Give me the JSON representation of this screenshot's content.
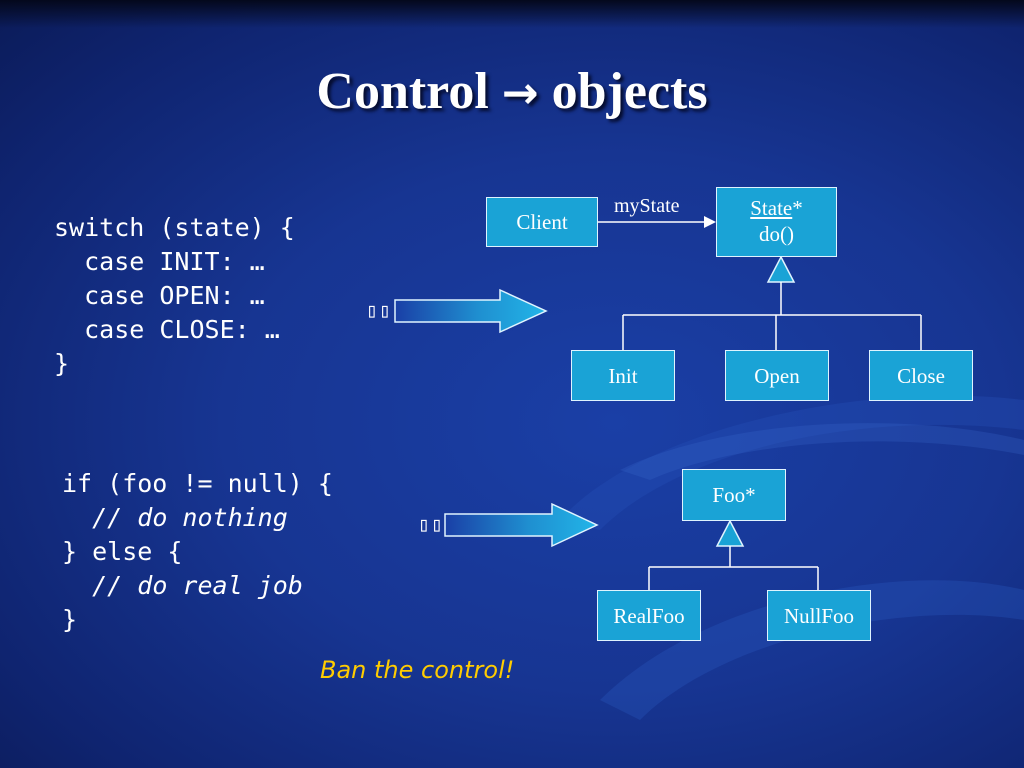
{
  "title": {
    "left": "Control",
    "arrow": "→",
    "right": "objects"
  },
  "code1": {
    "line1": "switch (state) {",
    "line2": "  case INIT: …",
    "line3": "  case OPEN: …",
    "line4": "  case CLOSE: …",
    "line5": "}"
  },
  "code2": {
    "line1": "if (foo != null) {",
    "line2_prefix": "  ",
    "line2_comment": "// do nothing",
    "line3": "} else {",
    "line4_prefix": "  ",
    "line4_comment": "// do real job",
    "line5": "}"
  },
  "diagram1": {
    "client": "Client",
    "association_label": "myState",
    "state_name": "State",
    "state_star": "*",
    "state_method": "do()",
    "sub1": "Init",
    "sub2": "Open",
    "sub3": "Close"
  },
  "diagram2": {
    "base": "Foo*",
    "sub1": "RealFoo",
    "sub2": "NullFoo"
  },
  "arrow_glyphs": "▯▯",
  "note": "Ban the control!",
  "colors": {
    "box_fill": "#1aa3d6",
    "note": "#ffcc00",
    "background": "#173592"
  }
}
